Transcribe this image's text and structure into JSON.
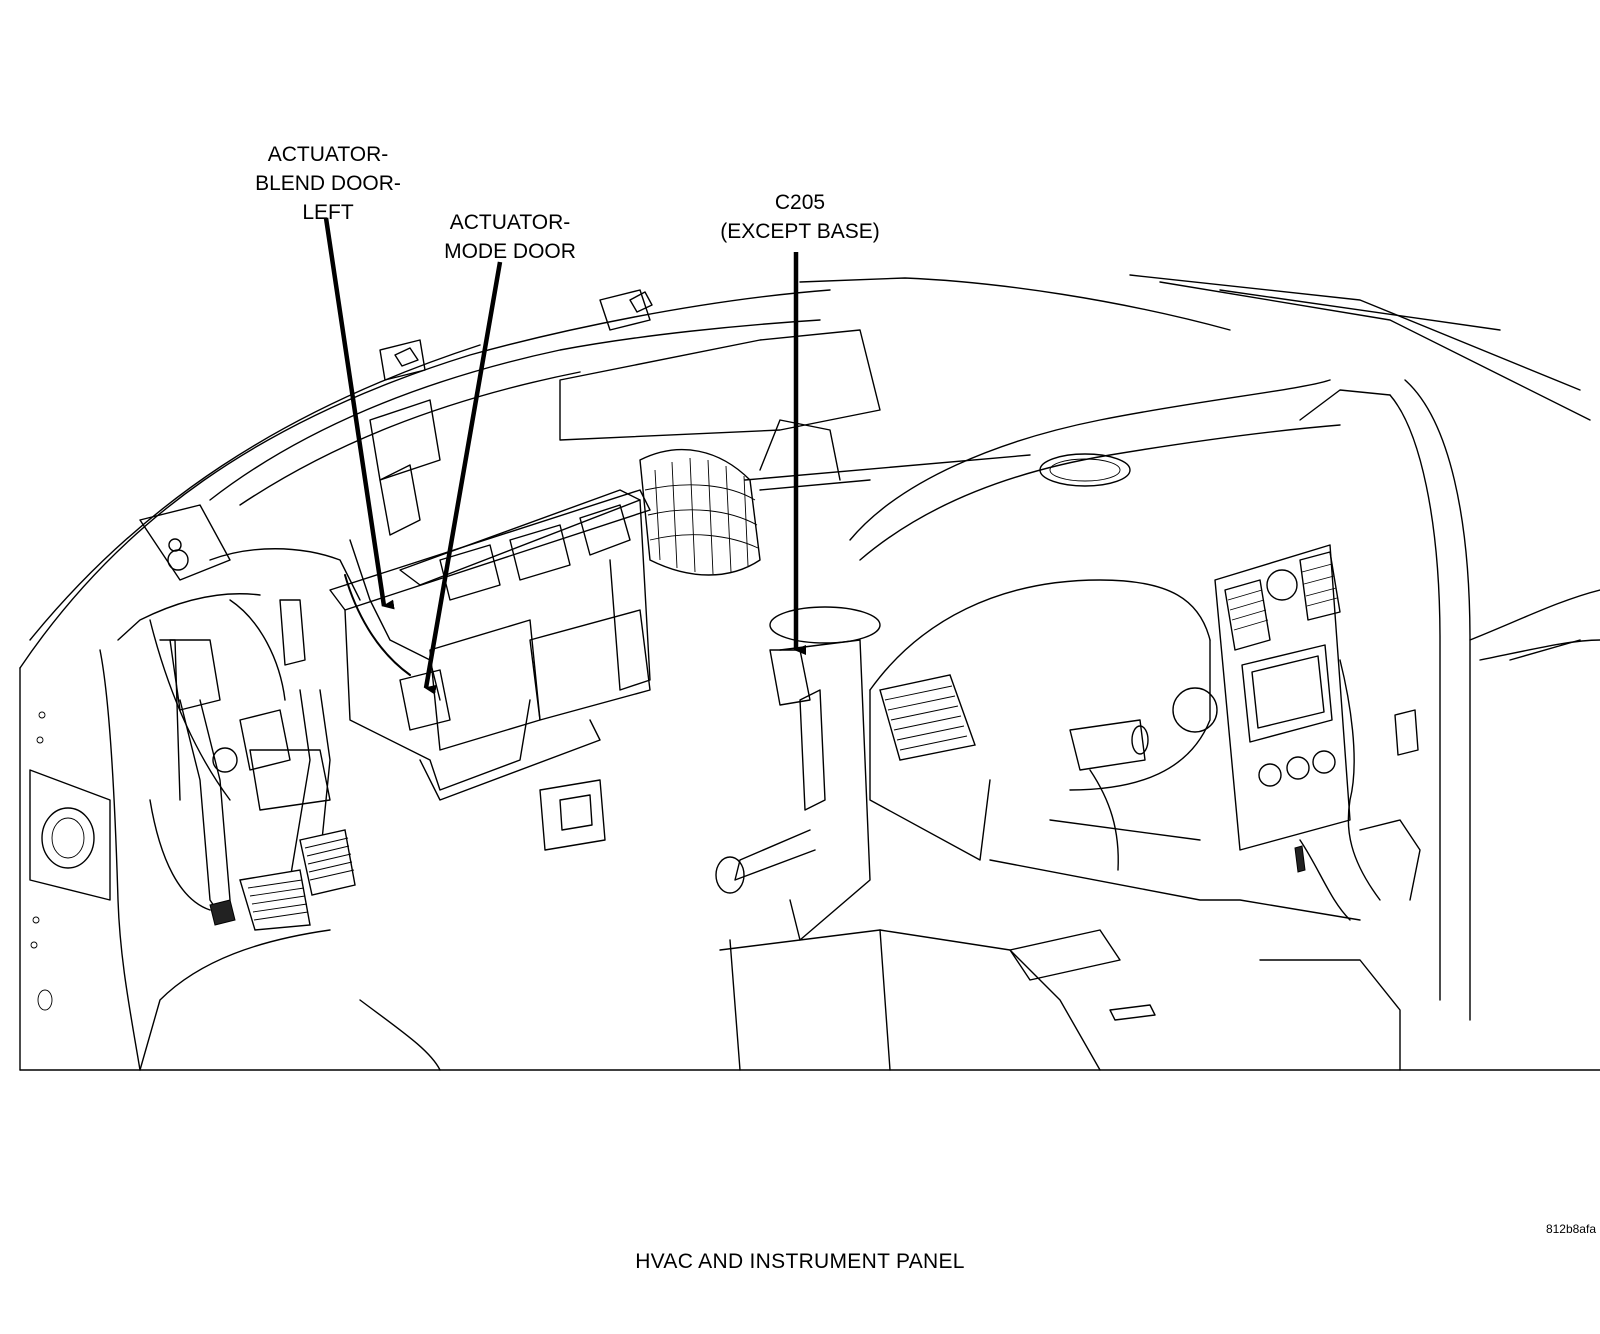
{
  "callouts": {
    "blend_door_left": [
      "ACTUATOR-",
      "BLEND DOOR-",
      "LEFT"
    ],
    "mode_door": [
      "ACTUATOR-",
      "MODE DOOR"
    ],
    "c205": [
      "C205",
      "(EXCEPT BASE)"
    ]
  },
  "figure_id": "812b8afa",
  "caption": "HVAC AND INSTRUMENT PANEL"
}
